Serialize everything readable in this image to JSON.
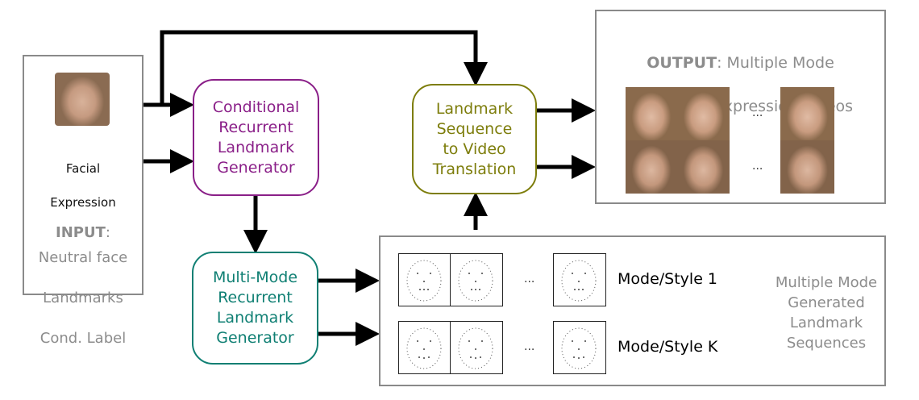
{
  "input": {
    "label_line1": "Facial",
    "label_line2": "Expression",
    "heading": "INPUT",
    "colon": ":",
    "items": [
      "Neutral face",
      "Landmarks",
      "Cond. Label"
    ]
  },
  "nodes": {
    "crlg": {
      "text": "Conditional\nRecurrent\nLandmark\nGenerator",
      "color": "#8a1f88"
    },
    "mmrlg": {
      "text": "Multi-Mode\nRecurrent\nLandmark\nGenerator",
      "color": "#0f7f73"
    },
    "lsvt": {
      "text": "Landmark\nSequence\nto Video\nTranslation",
      "color": "#7d7d0b"
    }
  },
  "output": {
    "heading": "OUTPUT",
    "rest_line1": ": Multiple Mode",
    "line2": "Generated Expression Videos",
    "ellipsis": "..."
  },
  "landmarks": {
    "mode1": "Mode/Style 1",
    "modeK": "Mode/Style K",
    "ellipsis": "...",
    "caption": "Multiple Mode\nGenerated\nLandmark\nSequences"
  }
}
